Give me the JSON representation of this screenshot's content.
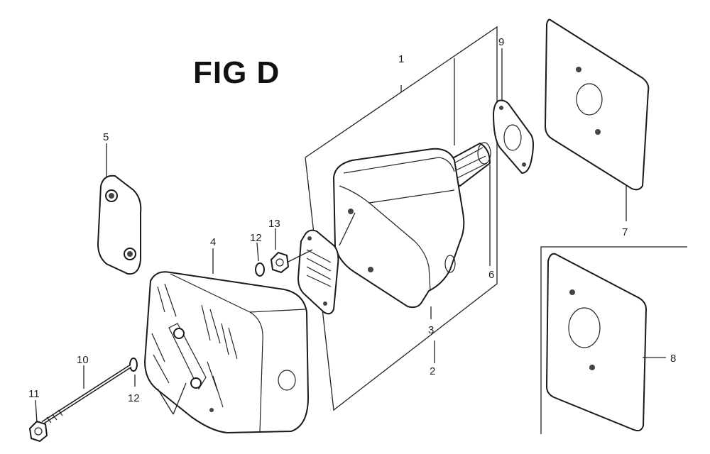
{
  "figure": {
    "title": "FIG D"
  },
  "callouts": [
    "1",
    "2",
    "3",
    "4",
    "5",
    "6",
    "7",
    "8",
    "9",
    "10",
    "11",
    "12",
    "12",
    "13"
  ]
}
